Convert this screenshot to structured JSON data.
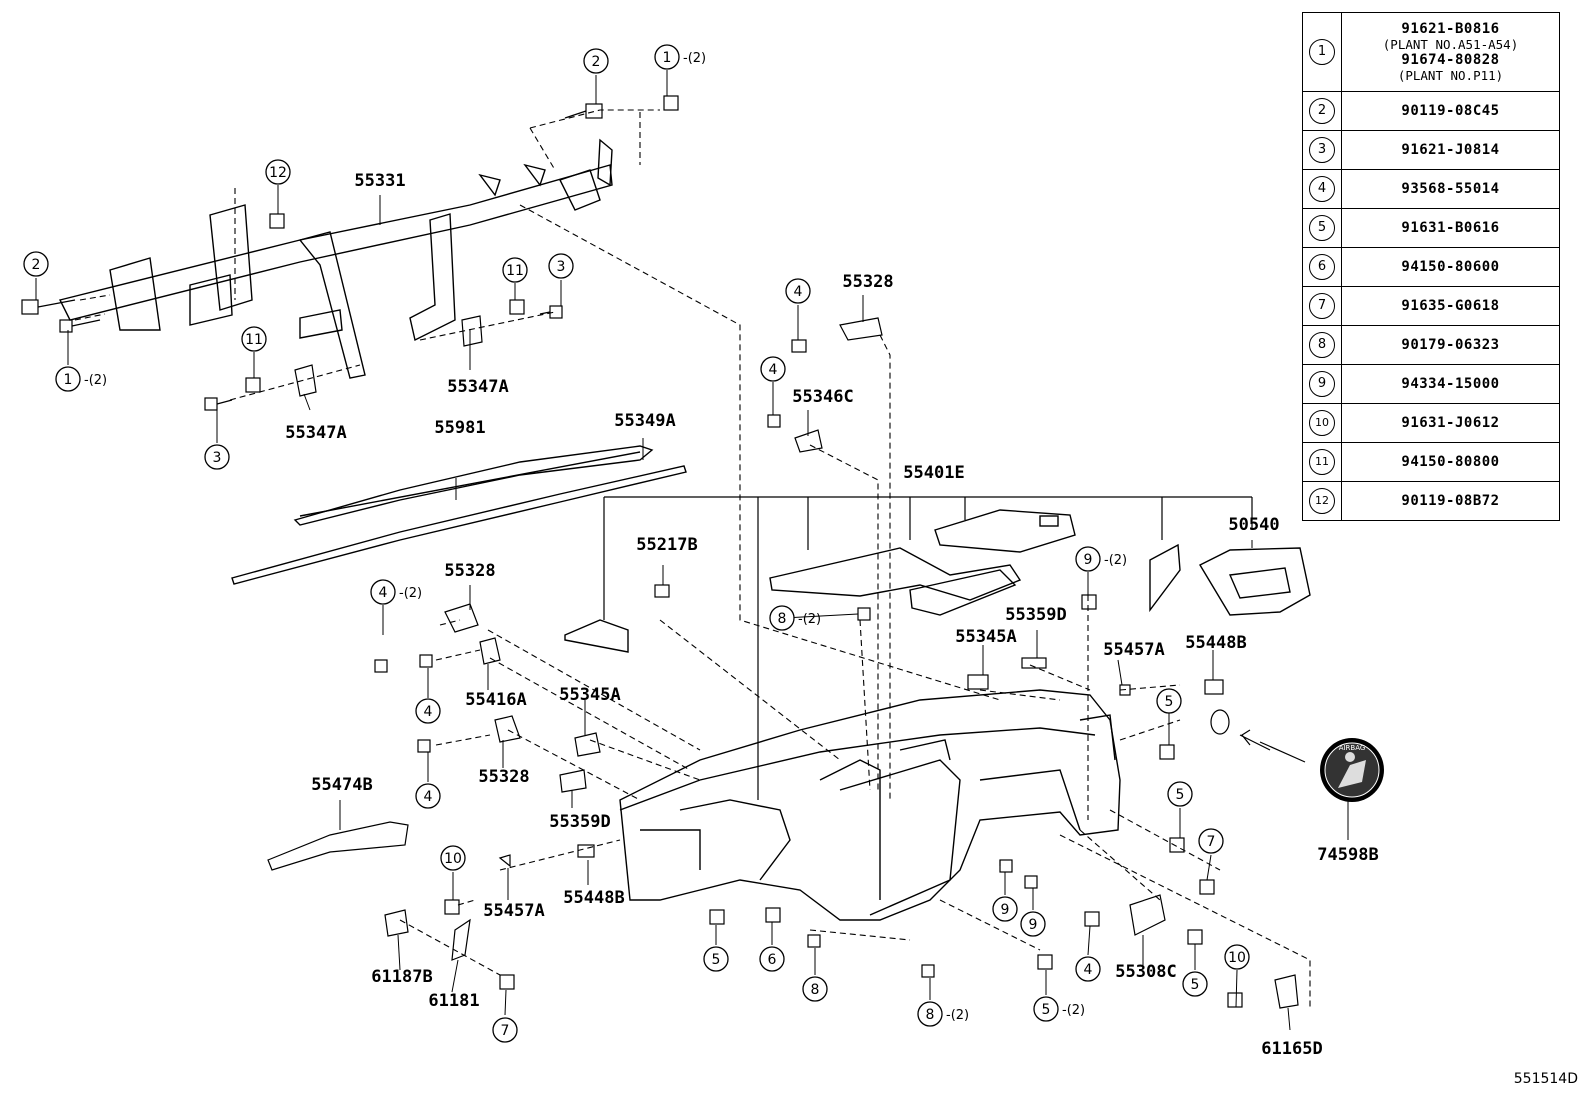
{
  "legend": [
    {
      "num": "1",
      "parts": [
        {
          "pn": "91621-B0816",
          "note": "(PLANT NO.A51-A54)"
        },
        {
          "pn": "91674-80828",
          "note": "(PLANT NO.P11)"
        }
      ]
    },
    {
      "num": "2",
      "parts": [
        {
          "pn": "90119-08C45"
        }
      ]
    },
    {
      "num": "3",
      "parts": [
        {
          "pn": "91621-J0814"
        }
      ]
    },
    {
      "num": "4",
      "parts": [
        {
          "pn": "93568-55014"
        }
      ]
    },
    {
      "num": "5",
      "parts": [
        {
          "pn": "91631-B0616"
        }
      ]
    },
    {
      "num": "6",
      "parts": [
        {
          "pn": "94150-80600"
        }
      ]
    },
    {
      "num": "7",
      "parts": [
        {
          "pn": "91635-G0618"
        }
      ]
    },
    {
      "num": "8",
      "parts": [
        {
          "pn": "90179-06323"
        }
      ]
    },
    {
      "num": "9",
      "parts": [
        {
          "pn": "94334-15000"
        }
      ]
    },
    {
      "num": "10",
      "parts": [
        {
          "pn": "91631-J0612"
        }
      ]
    },
    {
      "num": "11",
      "parts": [
        {
          "pn": "94150-80800"
        }
      ]
    },
    {
      "num": "12",
      "parts": [
        {
          "pn": "90119-08B72"
        }
      ]
    }
  ],
  "part_labels": {
    "p55331": "55331",
    "p55347A_1": "55347A",
    "p55347A_2": "55347A",
    "p55981": "55981",
    "p55349A": "55349A",
    "p55328_1": "55328",
    "p55346C": "55346C",
    "p55401E": "55401E",
    "p50540": "50540",
    "p55217B": "55217B",
    "p55359D_1": "55359D",
    "p55345A_1": "55345A",
    "p55457A_1": "55457A",
    "p55448B_1": "55448B",
    "p55328_2": "55328",
    "p55416A": "55416A",
    "p55345A_2": "55345A",
    "p55328_3": "55328",
    "p55474B": "55474B",
    "p55359D_2": "55359D",
    "p55448B_2": "55448B",
    "p55457A_2": "55457A",
    "p61187B": "61187B",
    "p61181": "61181",
    "p55308C": "55308C",
    "p61165D": "61165D",
    "p74598B": "74598B"
  },
  "callouts": {
    "c1a": "1",
    "c1b": "1",
    "c2a": "2",
    "c2b": "2",
    "c12": "12",
    "c11a": "11",
    "c3a": "3",
    "c11b": "11",
    "c3b": "3",
    "c4a": "4",
    "c4b": "4",
    "c9a": "9",
    "c8a": "8",
    "c4c": "4",
    "c4d": "4",
    "c4e": "4",
    "c5a": "5",
    "c5b": "5",
    "c7a": "7",
    "c10a": "10",
    "c7b": "7",
    "c5c": "5",
    "c6": "6",
    "c8b": "8",
    "c8c": "8",
    "c9b": "9",
    "c9c": "9",
    "c5d": "5",
    "c4f": "4",
    "c5e": "5",
    "c10b": "10"
  },
  "quantities": {
    "q1a": "-(2)",
    "q1b": "-(2)",
    "q4a": "-(2)",
    "q9a": "-(2)",
    "q8a": "-(2)",
    "q8c": "-(2)",
    "q5d": "-(2)"
  },
  "airbag_text": "AIRBAG",
  "drawing_id": "551514D"
}
